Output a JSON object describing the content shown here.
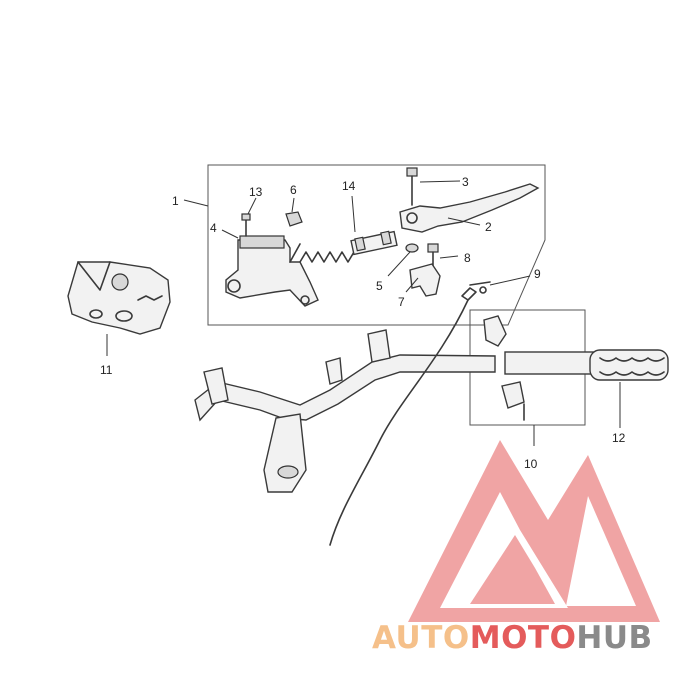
{
  "callouts": [
    "1",
    "2",
    "3",
    "4",
    "5",
    "6",
    "7",
    "8",
    "9",
    "10",
    "11",
    "12",
    "13",
    "14"
  ],
  "watermark": {
    "brand_left": "AUTO",
    "brand_mid": "MOTO",
    "brand_right": "HUB",
    "color_left": "#f5c08a",
    "color_mid": "#e45b5b",
    "color_right": "#8a8a8a",
    "logo_color": "#e45b5b"
  }
}
